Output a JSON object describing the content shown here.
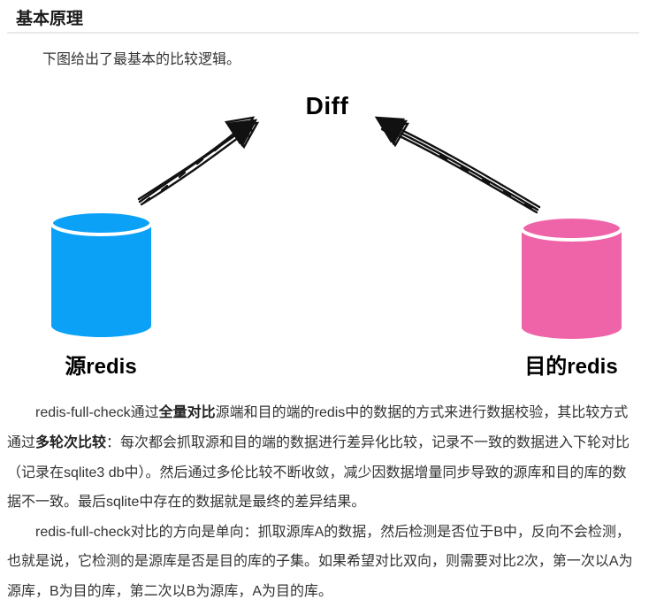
{
  "header": {
    "title": "基本原理"
  },
  "intro": {
    "text": "下图给出了最基本的比较逻辑。"
  },
  "diagram": {
    "diff_label": "Diff",
    "source_db_label": "源redis",
    "target_db_label": "目的redis",
    "source_color": "#0aa1f7",
    "target_color": "#ef64a8",
    "arrow_color": "#111111"
  },
  "content": {
    "para1": {
      "run1": "redis-full-check通过",
      "bold1": "全量对比",
      "run2": "源端和目的端的redis中的数据的方式来进行数据校验，其比较方式通过",
      "bold2": "多轮次比较",
      "run3": "：每次都会抓取源和目的端的数据进行差异化比较，记录不一致的数据进入下轮对比（记录在sqlite3 db中）。然后通过多伦比较不断收敛，减少因数据增量同步导致的源库和目的库的数据不一致。最后sqlite中存在的数据就是最终的差异结果。"
    },
    "para2": {
      "text": "redis-full-check对比的方向是单向：抓取源库A的数据，然后检测是否位于B中，反向不会检测，也就是说，它检测的是源库是否是目的库的子集。如果希望对比双向，则需要对比2次，第一次以A为源库，B为目的库，第二次以B为源库，A为目的库。"
    }
  }
}
